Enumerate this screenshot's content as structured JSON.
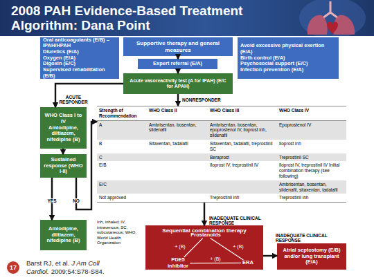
{
  "diagram": {
    "title": "2008 PAH Evidence-Based Treatment Algorithm: Dana Point",
    "nodes": [
      {
        "text": [
          "Oral anticoagulants (E/B) – IPAH/HPAH",
          "Diuretics (E/A)",
          "Oxygen (E/A)",
          "Digoxin (E/C)",
          "Supervised rehabilitation (E/B)"
        ]
      },
      {
        "text": [
          "Supportive therapy and general measures"
        ]
      },
      {
        "text": [
          "Avoid excessive physical exertion (E/A)",
          "Birth control (E/A)",
          "Psychosocial support (E/C)",
          "Infection prevention (E/A)"
        ]
      },
      {
        "text": [
          "Expert referral (E/A)"
        ]
      },
      {
        "text": [
          "Acute vasoreactivity test (A for IPAH) (E/C for APAH)"
        ]
      },
      {
        "text": [
          "WHO Class I to IV",
          "Amlodipine, diltiazem, nifedipine (B)"
        ]
      },
      {
        "text": [
          "Sustained response (WHO I-II)"
        ]
      },
      {
        "text": [
          "Strength of Recommendation",
          "WHO Class II",
          "WHO Class III",
          "WHO Class IV",
          "A",
          "Ambrisentan, bosentan, sildenafil",
          "Ambrisentan, bosentan, epoprostenol IV, iloprost inh, sildenafil",
          "Epoprostenol IV",
          "B",
          "Sitaxentan, tadalafil",
          "Sitaxentan, tadalafil, treprostinil SC",
          "Iloprost inh",
          "C",
          "Beraprost",
          "Treprostinil SC",
          "E/B",
          "Iloprost IV, treprostinil IV",
          "Iloprost IV, treprostinil IV Initial combination therapy (see following)",
          "E/C",
          "Ambrisentan, bosentan, sildenafil, sitaxentan, tadalafil",
          "Not approved",
          "Treprostinil inh",
          "Treprostinil inh"
        ]
      },
      {
        "text": [
          "Amlodipine, diltiazem, nifedipine (B)"
        ]
      },
      {
        "text": [
          "Sequential combination therapy"
        ]
      },
      {
        "text": [
          "Prostanoids"
        ],
        "in": 9
      },
      {
        "text": [
          "PDE5 inhibitor"
        ],
        "in": 9
      },
      {
        "text": [
          "ERA"
        ],
        "in": 9
      },
      {
        "text": [
          "Atrial septostomy (E/B) and/or lung transplant (E/A)"
        ]
      }
    ],
    "edges": [
      {
        "from": 1,
        "to": 3,
        "arrow": "to"
      },
      {
        "from": 3,
        "to": 4,
        "arrow": "to"
      },
      {
        "from": 4,
        "to": 5,
        "label": "ACUTE RESPONDER",
        "arrow": "to"
      },
      {
        "from": 4,
        "to": 7,
        "label": "NONRESPONDER",
        "arrow": "to"
      },
      {
        "from": 5,
        "to": 6,
        "arrow": "to"
      },
      {
        "from": 6,
        "to": 8,
        "label": "YES",
        "arrow": "to"
      },
      {
        "from": 6,
        "to": 7,
        "label": "NO",
        "arrow": "to"
      },
      {
        "from": 7,
        "to": 9,
        "label": "INADEQUATE CLINICAL RESPONSE",
        "arrow": "to"
      },
      {
        "from": 9,
        "to": 13,
        "label": "INADEQUATE CLINICAL RESPONSE",
        "arrow": "to"
      },
      {
        "from": 10,
        "to": 11,
        "label": "+ (B)",
        "arrow": "none"
      },
      {
        "from": 10,
        "to": 12,
        "label": "+ (B)",
        "arrow": "none"
      },
      {
        "from": 11,
        "to": 12,
        "label": "+ (B)",
        "arrow": "none"
      }
    ],
    "labels": [
      "Inh, inhaled; IV, intravenous; SC, subcutaneous; WHO, World Health Organization",
      "17",
      "Barst RJ, et al.",
      "J Am Coll Cardiol.",
      "2009;54:S78-S84."
    ]
  }
}
